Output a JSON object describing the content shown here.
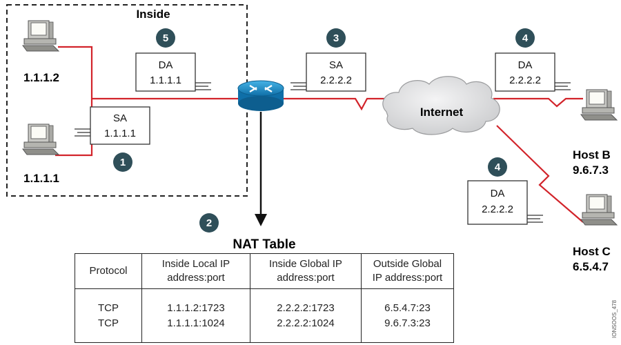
{
  "inside_label": "Inside",
  "hosts": {
    "inside_a": "1.1.1.2",
    "inside_b": "1.1.1.1",
    "host_b_name": "Host B",
    "host_b_ip": "9.6.7.3",
    "host_c_name": "Host C",
    "host_c_ip": "6.5.4.7"
  },
  "internet_label": "Internet",
  "packets": [
    {
      "step": "1",
      "kind": "SA",
      "addr": "1.1.1.1"
    },
    {
      "step": "5",
      "kind": "DA",
      "addr": "1.1.1.1"
    },
    {
      "step": "3",
      "kind": "SA",
      "addr": "2.2.2.2"
    },
    {
      "step": "4",
      "kind": "DA",
      "addr": "2.2.2.2"
    },
    {
      "step": "4",
      "kind": "DA",
      "addr": "2.2.2.2"
    }
  ],
  "nat_step": "2",
  "nat_table": {
    "title": "NAT Table",
    "headers": [
      [
        "Protocol"
      ],
      [
        "Inside Local IP",
        "address:port"
      ],
      [
        "Inside Global IP",
        "address:port"
      ],
      [
        "Outside Global",
        "IP address:port"
      ]
    ],
    "rows": [
      [
        "TCP",
        "1.1.1.2:1723",
        "2.2.2.2:1723",
        "6.5.4.7:23"
      ],
      [
        "TCP",
        "1.1.1.1:1024",
        "2.2.2.2:1024",
        "9.6.7.3:23"
      ]
    ]
  },
  "side_code": "IONSOOS_478",
  "colors": {
    "link": "#d2232a",
    "badge": "#2f4f59",
    "router": "#1a8fc9",
    "cloud": "#e3e4e6"
  }
}
